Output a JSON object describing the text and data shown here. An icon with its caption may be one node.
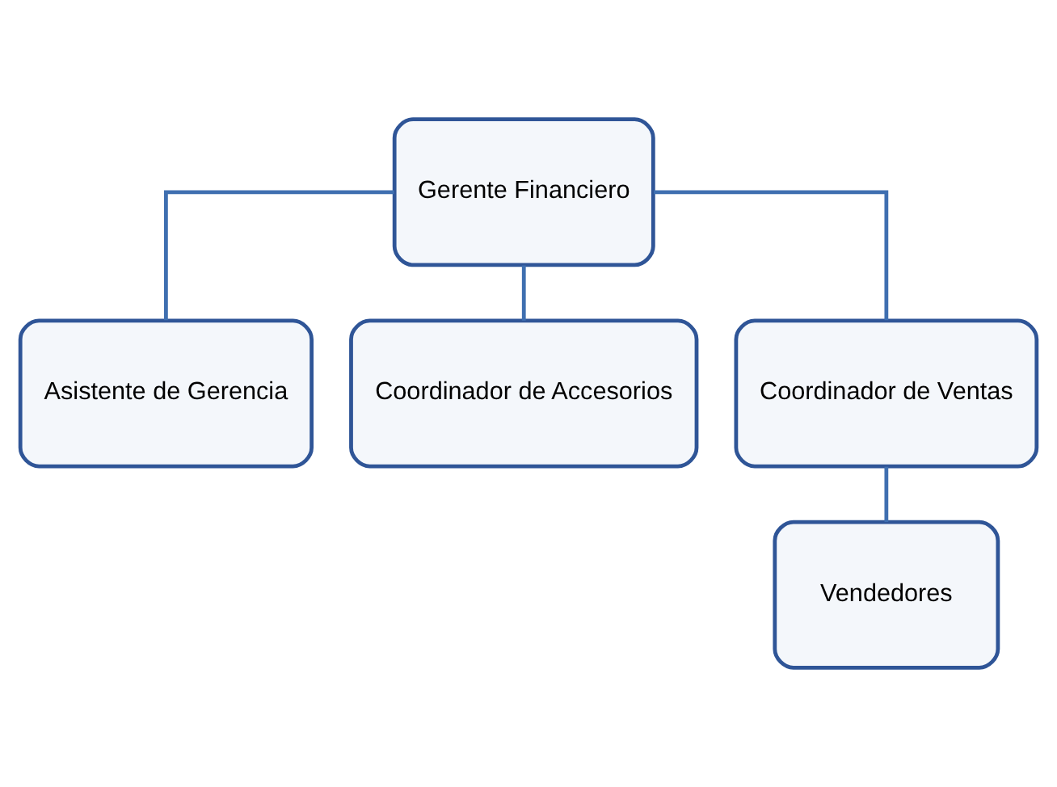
{
  "diagram": {
    "nodes": [
      {
        "text": [
          "Gerente Financiero"
        ]
      },
      {
        "text": [
          "Asistente de Gerencia"
        ]
      },
      {
        "text": [
          "Coordinador de Accesorios"
        ]
      },
      {
        "text": [
          "Coordinador de Ventas"
        ]
      },
      {
        "text": [
          "Vendedores"
        ]
      }
    ],
    "edges": [
      {
        "from": 0,
        "to": 1,
        "arrow": "none"
      },
      {
        "from": 0,
        "to": 2,
        "arrow": "none"
      },
      {
        "from": 0,
        "to": 3,
        "arrow": "none"
      },
      {
        "from": 3,
        "to": 4,
        "arrow": "none"
      }
    ]
  }
}
